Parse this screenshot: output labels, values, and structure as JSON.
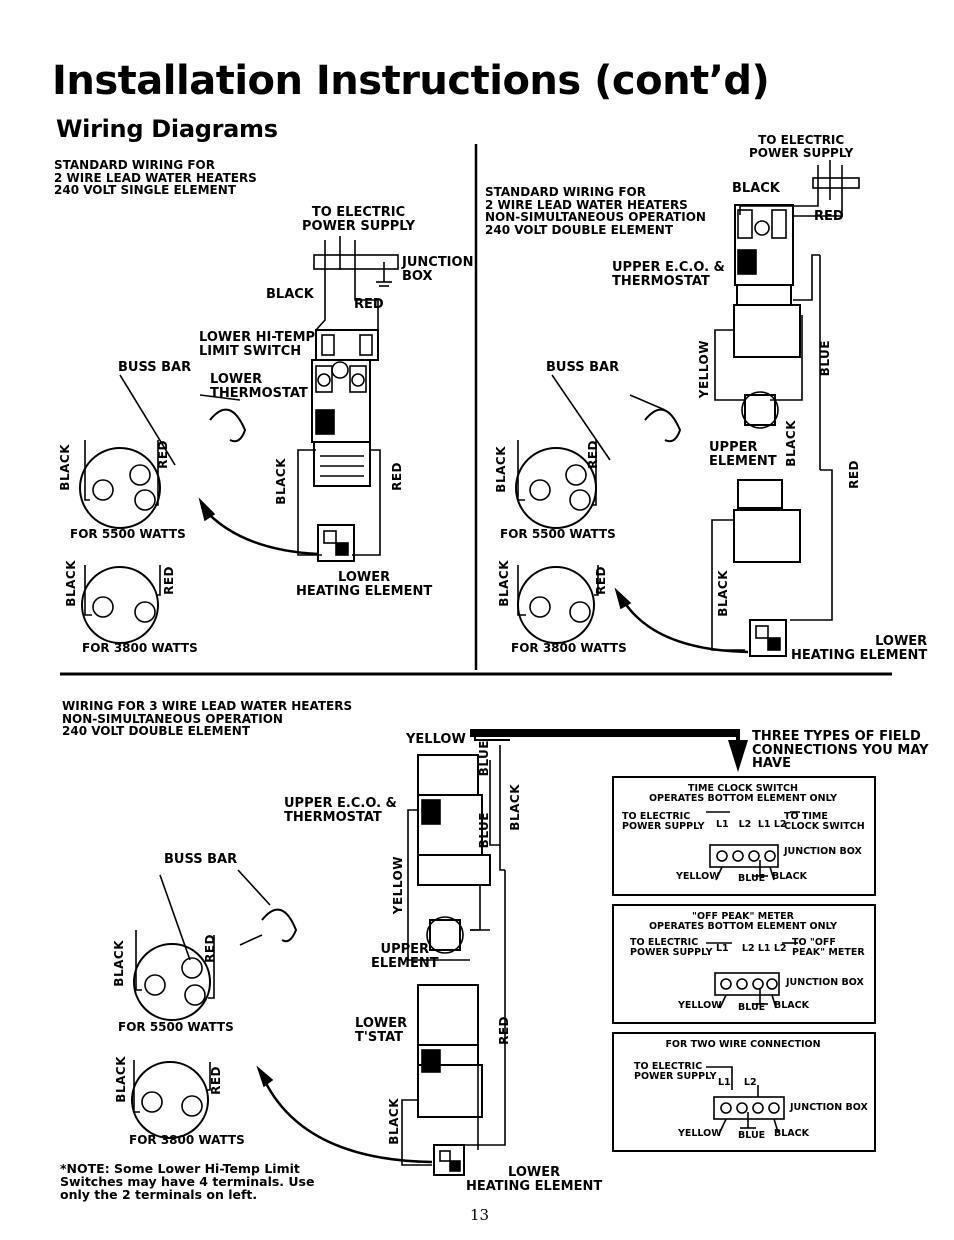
{
  "header": {
    "title": "Installation Instructions (cont’d)",
    "subtitle": "Wiring Diagrams"
  },
  "diagram1": {
    "heading": "STANDARD WIRING FOR\n2 WIRE LEAD WATER HEATERS\n240 VOLT SINGLE ELEMENT",
    "power_supply": "TO ELECTRIC\nPOWER SUPPLY",
    "junction_box": "JUNCTION\nBOX",
    "black": "BLACK",
    "red": "RED",
    "hi_temp": "LOWER HI-TEMP\nLIMIT SWITCH",
    "buss_bar": "BUSS BAR",
    "lower_thermostat": "LOWER\nTHERMOSTAT",
    "black_v": "BLACK",
    "red_v": "RED",
    "for_5500": "FOR 5500 WATTS",
    "for_3800": "FOR 3800 WATTS",
    "lower_heating": "LOWER\nHEATING ELEMENT"
  },
  "diagram2": {
    "heading": "STANDARD WIRING FOR\n2 WIRE LEAD WATER HEATERS\nNON-SIMULTANEOUS OPERATION\n240 VOLT DOUBLE ELEMENT",
    "power_supply": "TO ELECTRIC\nPOWER SUPPLY",
    "black": "BLACK",
    "red": "RED",
    "upper_eco": "UPPER E.C.O. &\nTHERMOSTAT",
    "yellow_v": "YELLOW",
    "blue_v": "BLUE",
    "buss_bar": "BUSS BAR",
    "upper_element": "UPPER\nELEMENT",
    "black_v": "BLACK",
    "red_v": "RED",
    "for_5500": "FOR 5500 WATTS",
    "for_3800": "FOR 3800 WATTS",
    "lower_heating": "LOWER\nHEATING ELEMENT"
  },
  "diagram3": {
    "heading": "WIRING FOR 3 WIRE LEAD WATER HEATERS\nNON-SIMULTANEOUS OPERATION\n240 VOLT DOUBLE ELEMENT",
    "yellow": "YELLOW",
    "blue_v": "BLUE",
    "upper_eco": "UPPER E.C.O. &\nTHERMOSTAT",
    "blue_v2": "BLUE",
    "black_v": "BLACK",
    "yellow_v": "YELLOW",
    "buss_bar": "BUSS BAR",
    "upper_element": "UPPER\nELEMENT",
    "for_5500": "FOR 5500 WATTS",
    "lower_tstat": "LOWER\nT'STAT",
    "red_v": "RED",
    "for_3800": "FOR 3800 WATTS",
    "black_v2": "BLACK",
    "lower_heating": "LOWER\nHEATING ELEMENT",
    "note": "*NOTE: Some Lower Hi-Temp Limit\nSwitches may have 4 terminals. Use\nonly the 2 terminals on left."
  },
  "field": {
    "heading": "THREE TYPES OF FIELD\nCONNECTIONS YOU MAY\nHAVE",
    "box1": {
      "title": "TIME CLOCK SWITCH\nOPERATES BOTTOM ELEMENT ONLY",
      "left": "TO ELECTRIC\nPOWER SUPPLY",
      "terms": "L1   L2  L1 L2",
      "right": "TO TIME\nCLOCK SWITCH",
      "jbox": "JUNCTION BOX",
      "yellow": "YELLOW",
      "blue": "BLUE",
      "black": "BLACK"
    },
    "box2": {
      "title": "\"OFF PEAK\" METER\nOPERATES BOTTOM ELEMENT ONLY",
      "left": "TO ELECTRIC\nPOWER SUPPLY",
      "terms": "L1    L2 L1 L2",
      "right": "TO \"OFF\nPEAK\" METER",
      "jbox": "JUNCTION BOX",
      "yellow": "YELLOW",
      "blue": "BLUE",
      "black": "BLACK"
    },
    "box3": {
      "title": "FOR TWO WIRE CONNECTION",
      "left": "TO ELECTRIC\nPOWER SUPPLY",
      "terms": "L1    L2",
      "jbox": "JUNCTION BOX",
      "yellow": "YELLOW",
      "blue": "BLUE",
      "black": "BLACK"
    }
  },
  "page_number": "13"
}
